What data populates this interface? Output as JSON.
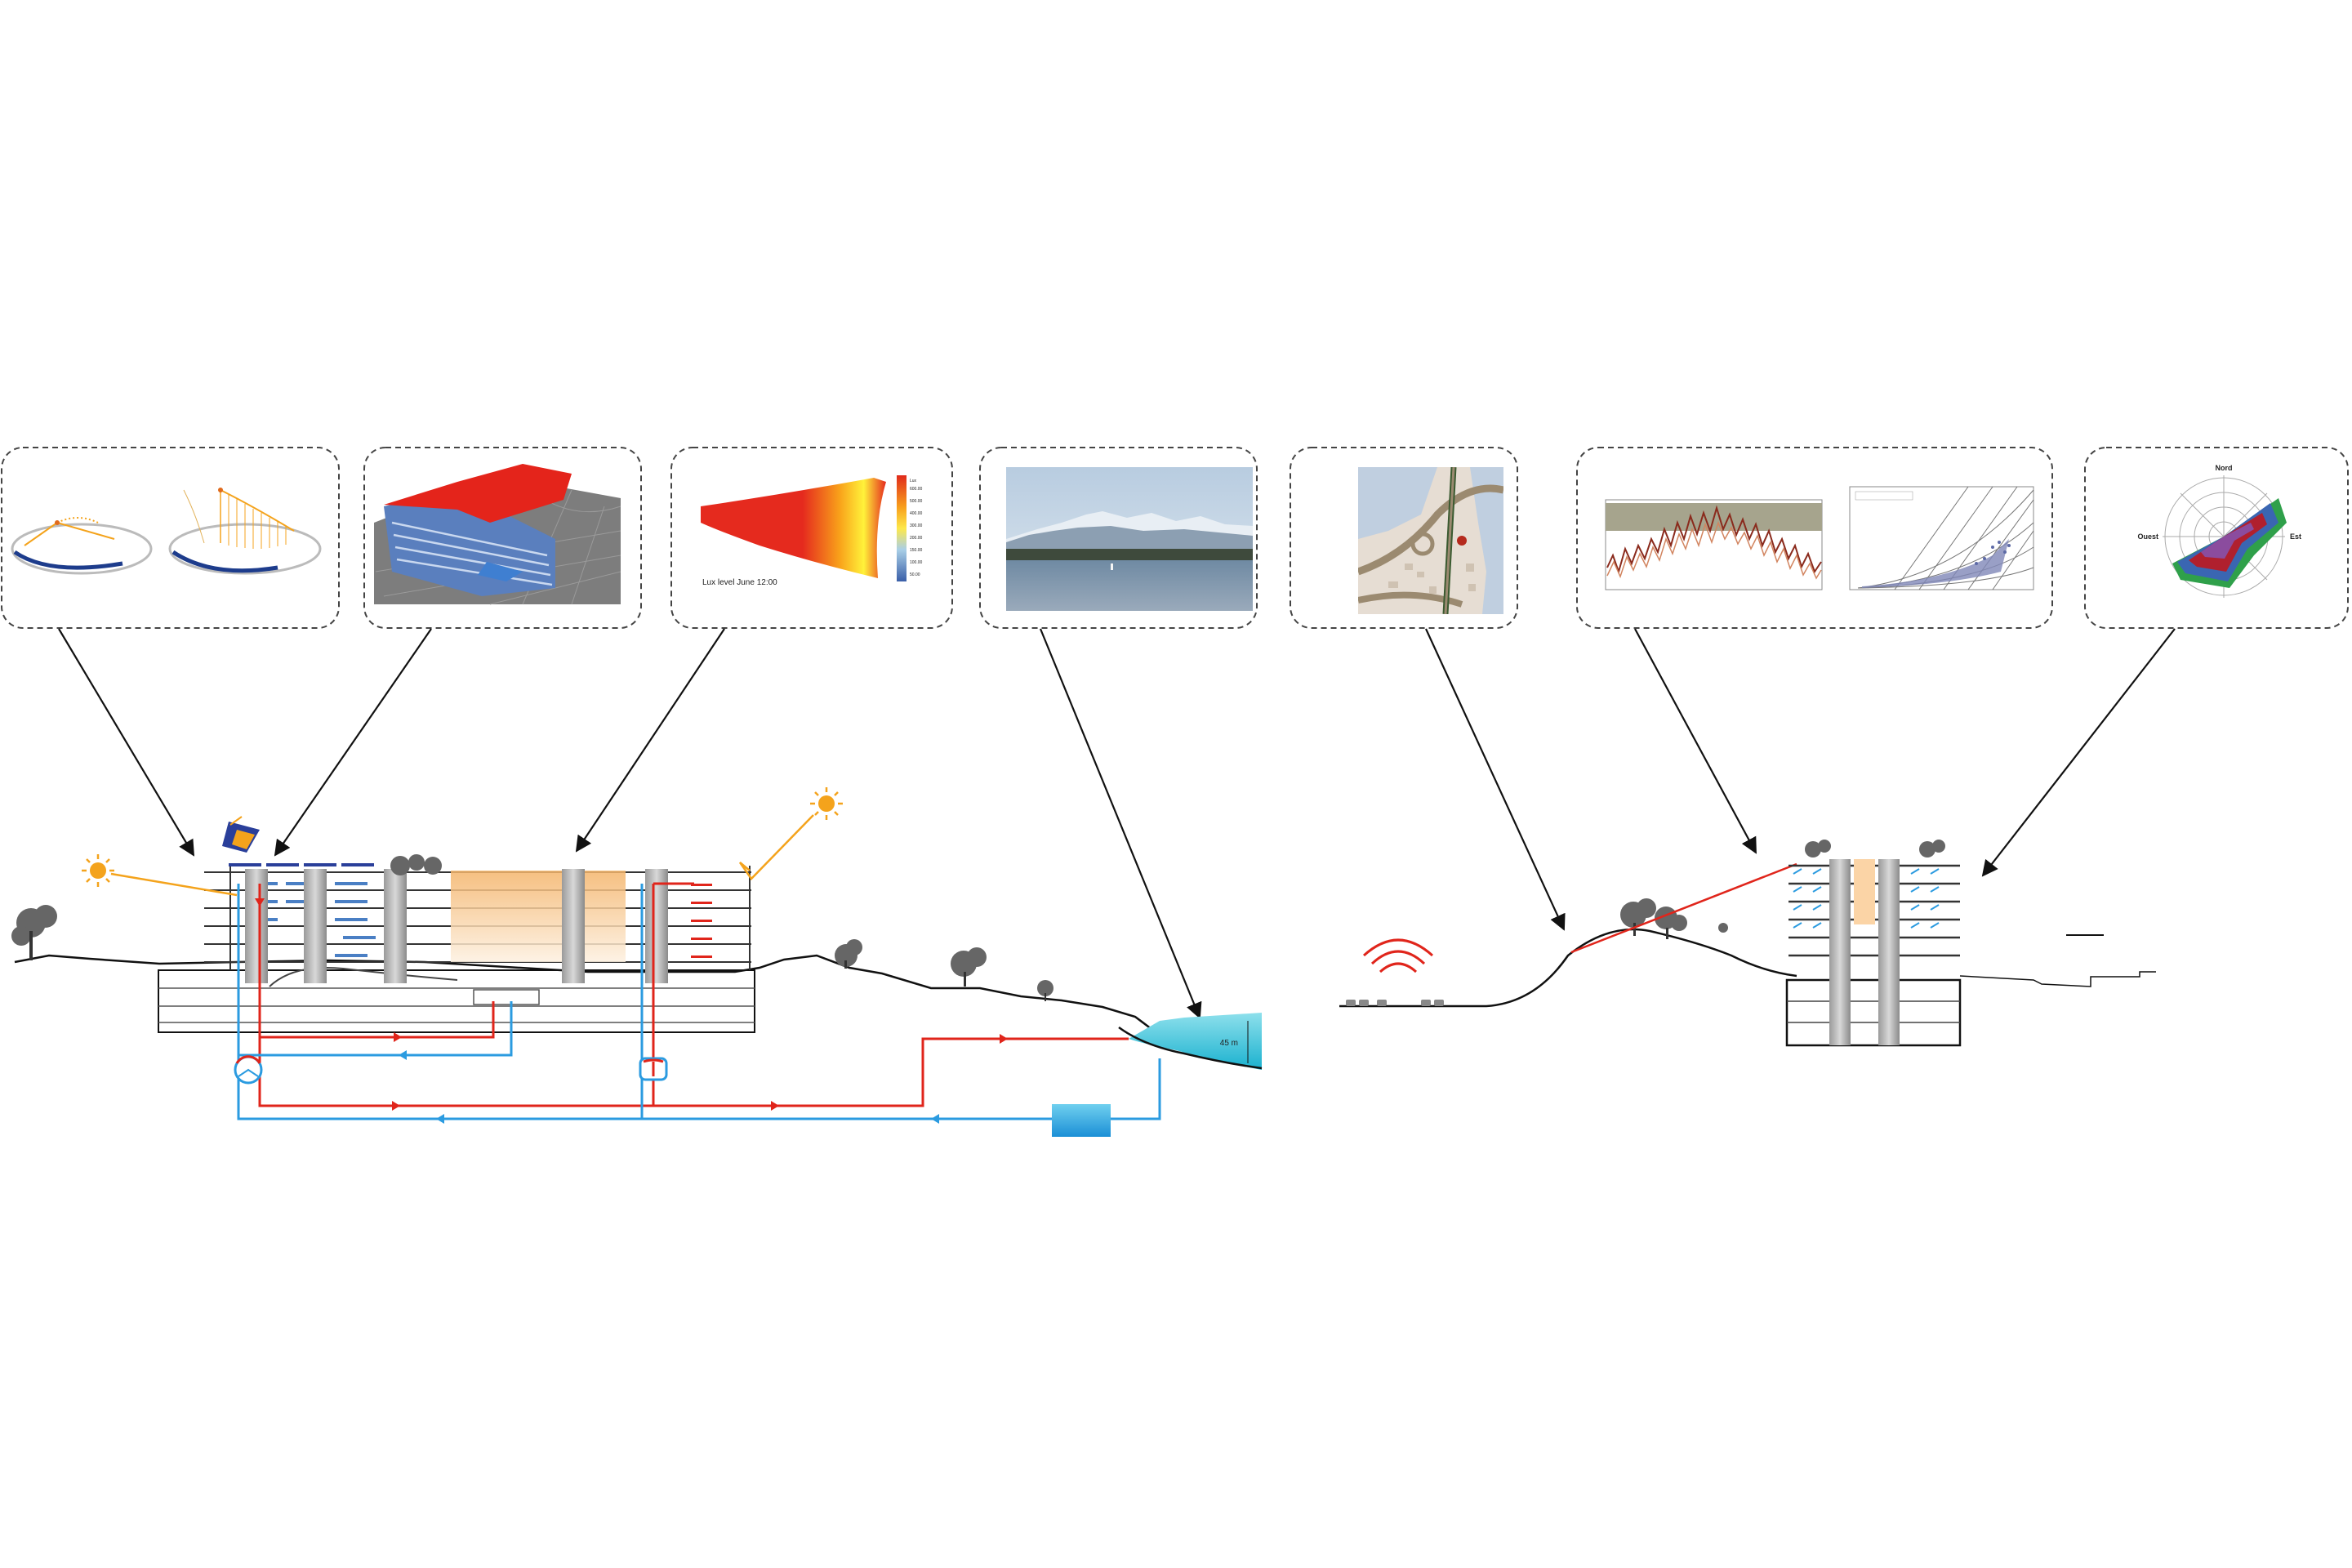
{
  "panels": {
    "daylight": {
      "caption": "Lux level June 12:00"
    },
    "climate": {},
    "windrose": {
      "north_label": "Nord",
      "east_label": "Est",
      "west_label": "Ouest"
    }
  },
  "section": {
    "lake_depth_label": "45 m"
  },
  "colors": {
    "supply_red": "#e0251b",
    "return_blue": "#2b9be0",
    "sun_orange": "#f4a31c",
    "water_cyan": "#4fc8dc",
    "floor_blue": "#4a7fc4",
    "ground_line": "#111111"
  },
  "icons": [
    "sun-icon",
    "solar-panel-icon",
    "heat-pump-icon",
    "heat-exchanger-icon",
    "storage-tank-icon",
    "wifi-signal-icon",
    "tree-icon"
  ]
}
